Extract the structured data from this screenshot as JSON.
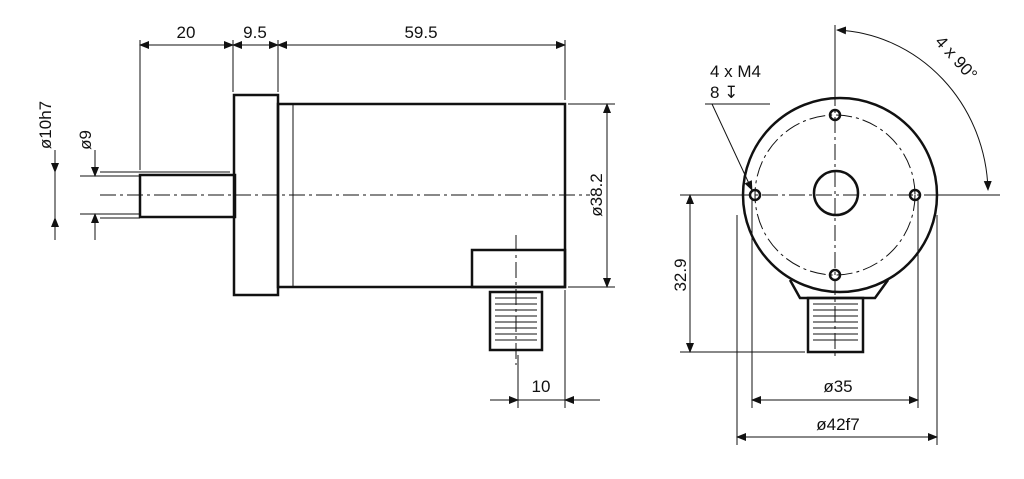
{
  "side_view": {
    "dim_shaft_length": "20",
    "dim_flange_width": "9.5",
    "dim_body_length": "59.5",
    "dim_shaft_diameter": "ø10h7",
    "dim_shaft_inner_diameter": "ø9",
    "dim_body_diameter": "ø38.2",
    "dim_connector_offset": "10"
  },
  "front_view": {
    "holes_label": "4 x M4",
    "hole_depth_label": "8 ↧",
    "angle_label": "4 x 90°",
    "dim_connector_height": "32.9",
    "dim_bolt_circle": "ø35",
    "dim_outer_diameter": "ø42f7"
  }
}
